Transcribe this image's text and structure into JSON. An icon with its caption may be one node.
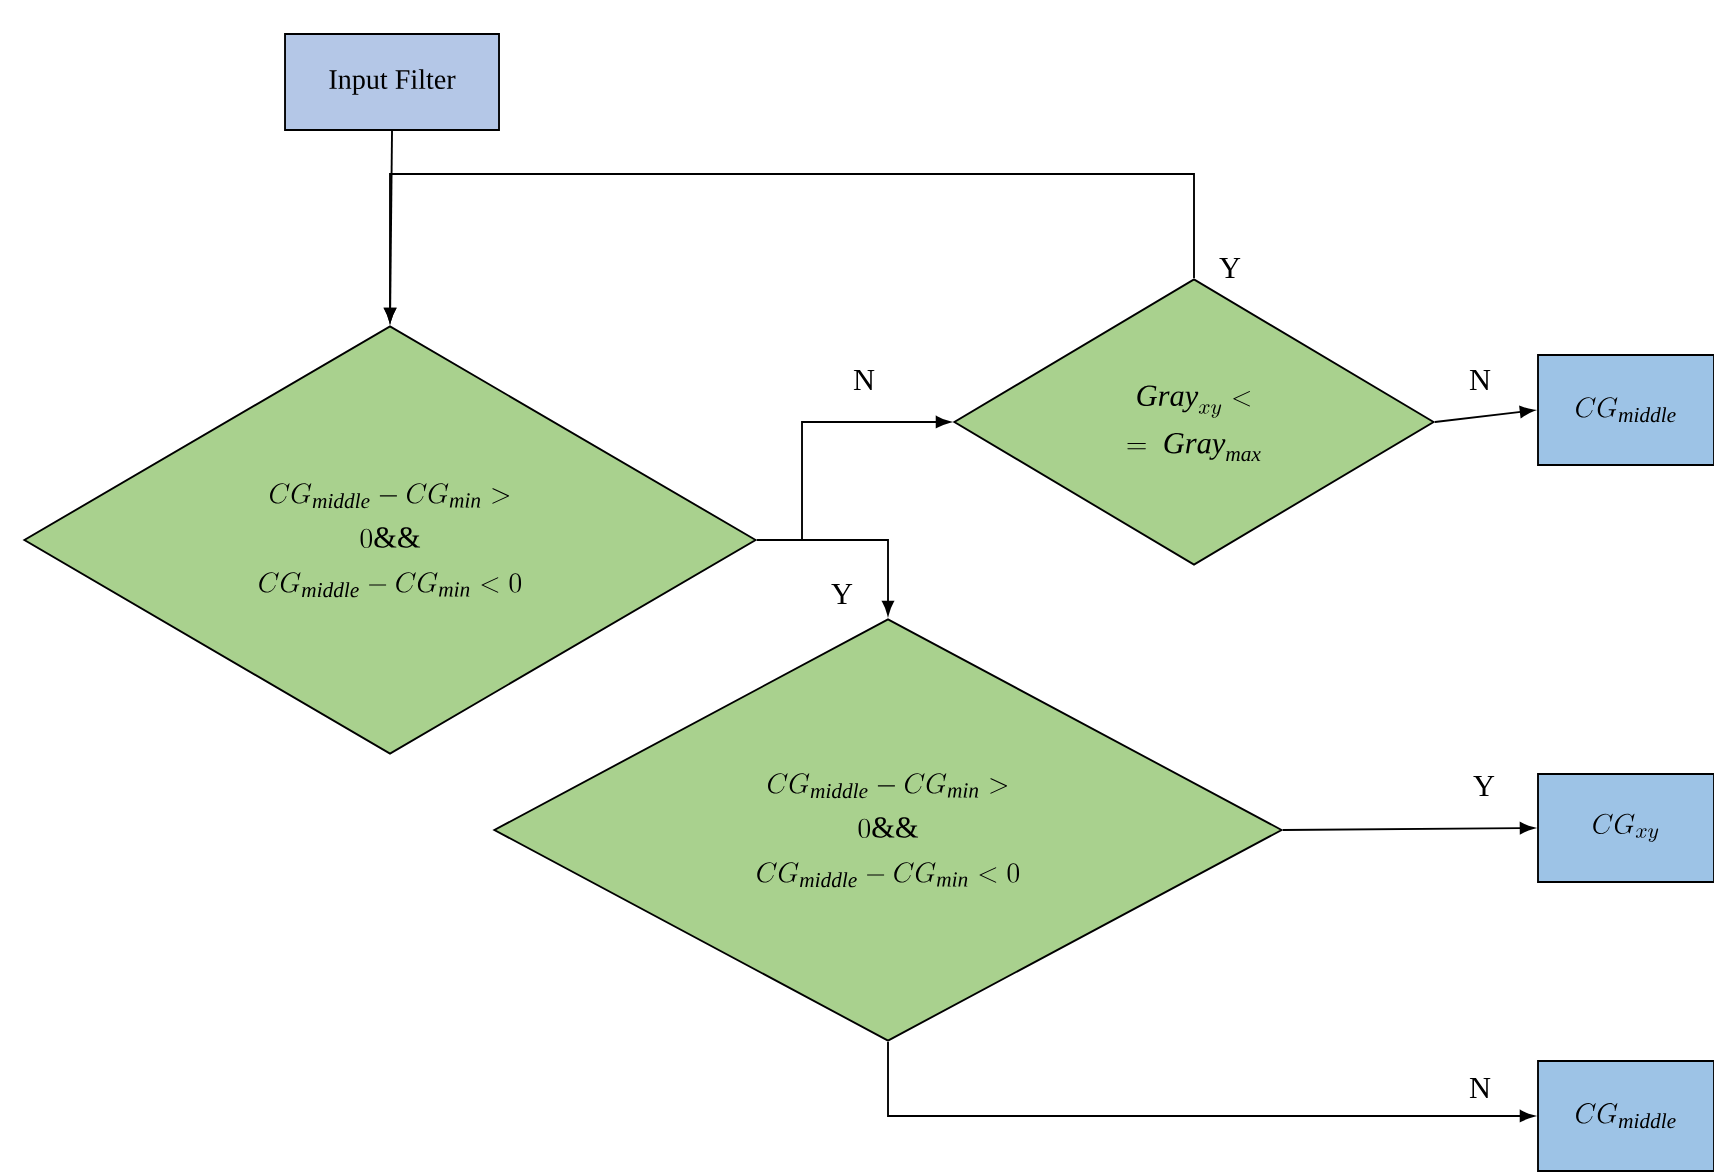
{
  "diagram": {
    "nodes": [
      {
        "text": [
          "Input Filter"
        ]
      },
      {
        "text": [
          "\\begin{gathered}CG_{\\mathit{middle}}-CG_{\\mathit{min}}>\\\\ 0\\&\\&\\\\ CG_{\\mathit{middle}}-CG_{\\mathit{min}}<0\\end{gathered}"
        ]
      },
      {
        "text": [
          "\\begin{gathered}\\mathit{Gray}_{xy}<\\\\ =\\ \\mathit{Gray}_{\\mathit{max}}\\end{gathered}"
        ]
      },
      {
        "text": [
          "CG_{\\mathit{middle}}"
        ]
      },
      {
        "text": [
          "\\begin{gathered}CG_{\\mathit{middle}}-CG_{\\mathit{min}}>\\\\ 0\\&\\&\\\\ CG_{\\mathit{middle}}-CG_{\\mathit{min}}<0\\end{gathered}"
        ]
      },
      {
        "text": [
          "CG_{xy}"
        ]
      },
      {
        "text": [
          "CG_{\\mathit{middle}}"
        ]
      }
    ],
    "edges": [
      {
        "from": 0,
        "to": 1,
        "arrow": "to"
      },
      {
        "from": 1,
        "to": 2,
        "arrow": "to",
        "label": "N"
      },
      {
        "from": 1,
        "to": 4,
        "arrow": "to",
        "label": "Y"
      },
      {
        "from": 2,
        "to": 3,
        "arrow": "to",
        "label": "N"
      },
      {
        "from": 2,
        "to": 1,
        "arrow": "to",
        "label": "Y"
      },
      {
        "from": 4,
        "to": 5,
        "arrow": "to",
        "label": "Y"
      },
      {
        "from": 4,
        "to": 6,
        "arrow": "to",
        "label": "N"
      }
    ]
  }
}
